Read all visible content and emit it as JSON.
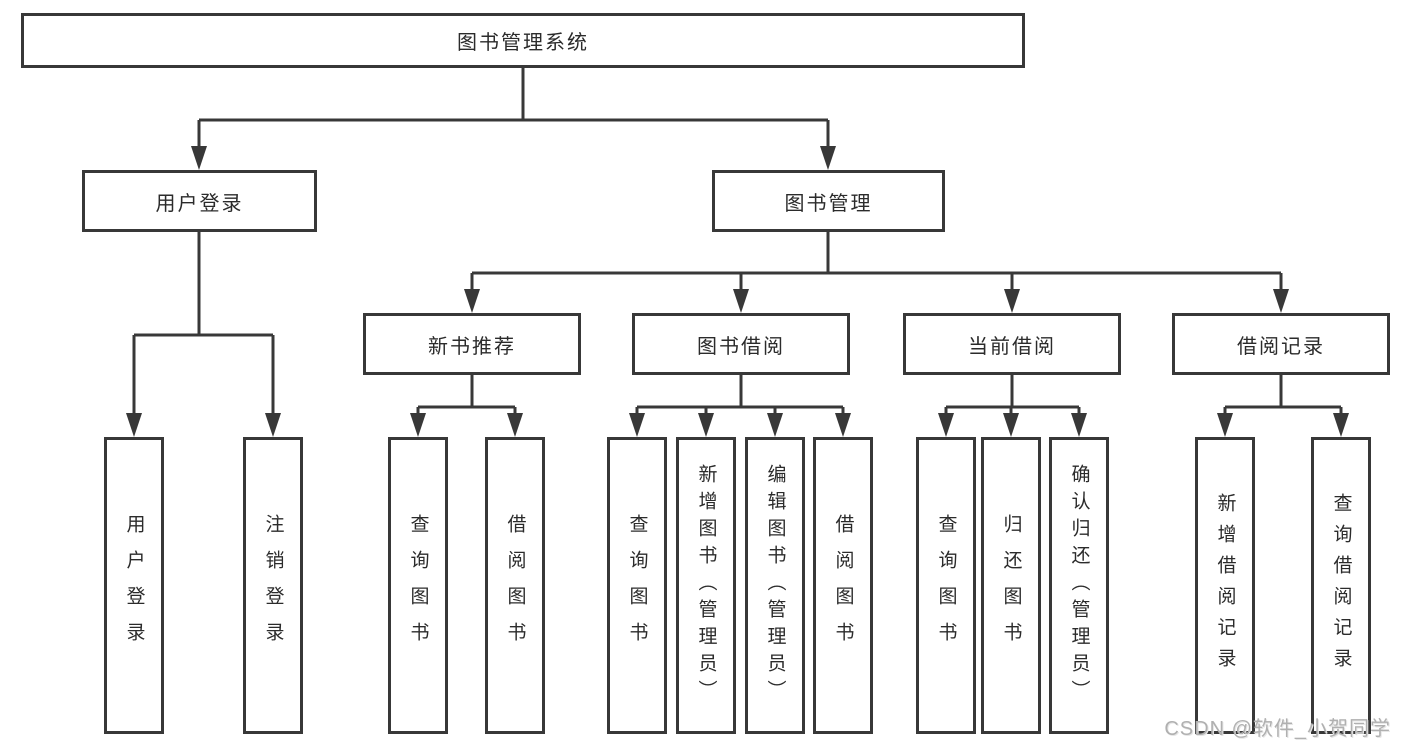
{
  "tree": {
    "root": {
      "label": "图书管理系统",
      "children": [
        {
          "label": "用户登录",
          "children": [
            {
              "label": "用户登录"
            },
            {
              "label": "注销登录"
            }
          ]
        },
        {
          "label": "图书管理",
          "children": [
            {
              "label": "新书推荐",
              "children": [
                {
                  "label": "查询图书"
                },
                {
                  "label": "借阅图书"
                }
              ]
            },
            {
              "label": "图书借阅",
              "children": [
                {
                  "label": "查询图书"
                },
                {
                  "label": "新增图书（管理员）"
                },
                {
                  "label": "编辑图书（管理员）"
                },
                {
                  "label": "借阅图书"
                }
              ]
            },
            {
              "label": "当前借阅",
              "children": [
                {
                  "label": "查询图书"
                },
                {
                  "label": "归还图书"
                },
                {
                  "label": "确认归还（管理员）"
                }
              ]
            },
            {
              "label": "借阅记录",
              "children": [
                {
                  "label": "新增借阅记录"
                },
                {
                  "label": "查询借阅记录"
                }
              ]
            }
          ]
        }
      ]
    }
  },
  "watermark": {
    "text": "CSDN @软件_小贺同学"
  },
  "colors": {
    "line": "#383838",
    "box_border": "#383838",
    "text": "#2b2b2b",
    "watermark": "#b0b0b0",
    "background": "#ffffff"
  }
}
